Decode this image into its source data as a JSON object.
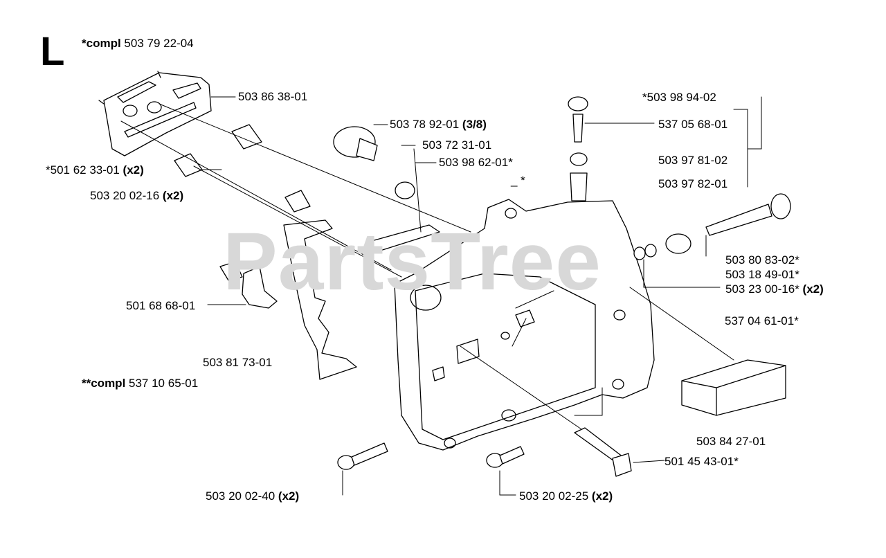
{
  "section": {
    "letter": "L"
  },
  "watermark": "PartsTree",
  "labels": {
    "compl_top": {
      "bold": "*compl",
      "text": " 503 79 22-04"
    },
    "bar_plate": {
      "text": "503 86 38-01"
    },
    "sleeve_a": {
      "text": "*501 62 33-01 ",
      "suffix": "(x2)"
    },
    "sleeve_b": {
      "text": "503 20 02-16 ",
      "suffix": "(x2)"
    },
    "sprocket_cap": {
      "text": "503 78 92-01 ",
      "suffix": "(3/8)"
    },
    "nut": {
      "text": "503 72 31-01"
    },
    "oil_guide": {
      "text": "503 98 62-01*"
    },
    "dash_star": {
      "text": "_ *"
    },
    "kit_top": {
      "text": "*503 98 94-02"
    },
    "screw_top": {
      "text": "537 05 68-01"
    },
    "kit_b": {
      "text": "503 97 81-02"
    },
    "kit_c": {
      "text": "503 97 82-01"
    },
    "adjuster_a": {
      "text": "503 80 83-02*"
    },
    "adjuster_b": {
      "text": "503 18 49-01*"
    },
    "adjuster_c": {
      "text": "503 23 00-16* ",
      "suffix": "(x2)"
    },
    "tensioner": {
      "text": "537 04 61-01*"
    },
    "clip": {
      "text": "501 68 68-01"
    },
    "guide_plate": {
      "text": "503 81 73-01"
    },
    "compl_bottom": {
      "bold": "**compl",
      "text": " 537 10 65-01"
    },
    "block": {
      "text": "503 84 27-01"
    },
    "pin": {
      "text": "501 45 43-01*"
    },
    "bolt_left": {
      "text": "503 20 02-40 ",
      "suffix": "(x2)"
    },
    "bolt_right": {
      "text": "503 20 02-25 ",
      "suffix": "(x2)"
    }
  },
  "colors": {
    "ink": "#000000",
    "watermark": "#d8d8d8",
    "background": "#ffffff"
  }
}
